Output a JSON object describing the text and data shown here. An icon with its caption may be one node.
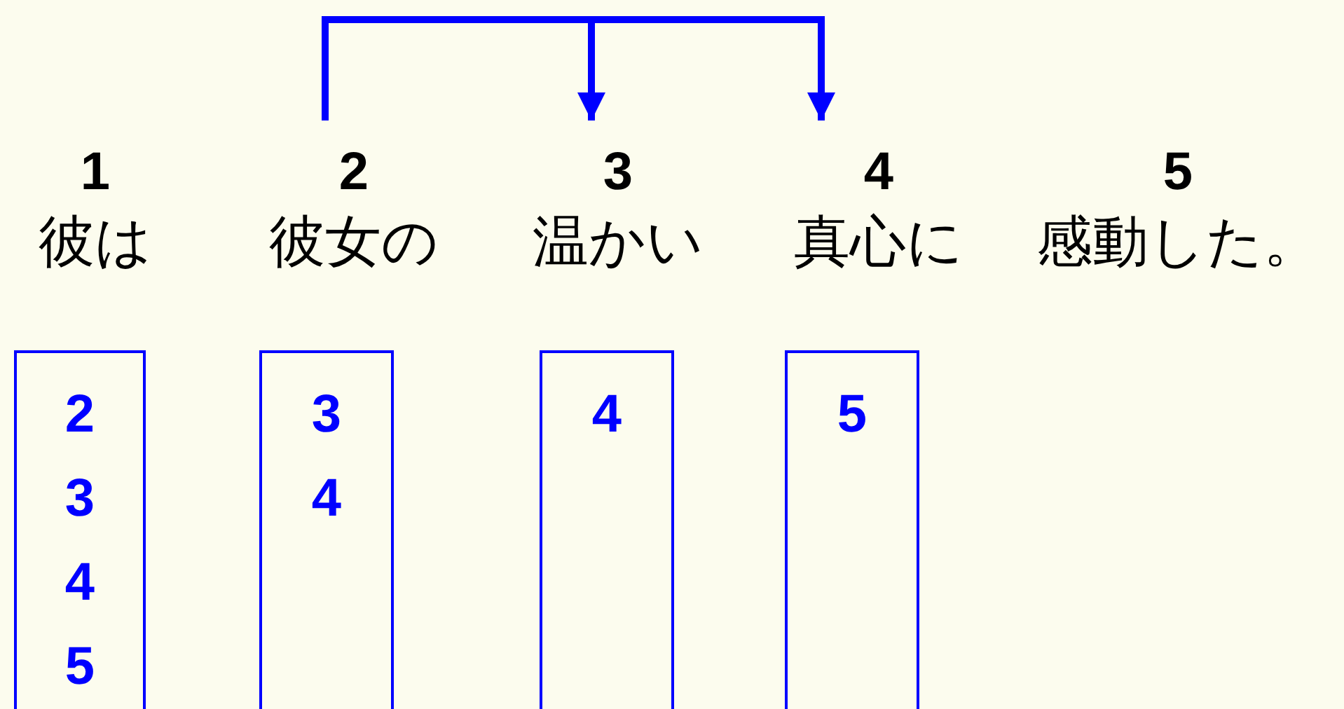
{
  "diagram": {
    "nodes": [
      {
        "text": [
          "1",
          "彼は"
        ]
      },
      {
        "text": [
          "2",
          "彼女の"
        ]
      },
      {
        "text": [
          "3",
          "温かい"
        ]
      },
      {
        "text": [
          "4",
          "真心に"
        ]
      },
      {
        "text": [
          "5",
          "感動した。"
        ]
      },
      {
        "text": [
          "2",
          "3",
          "4",
          "5"
        ]
      },
      {
        "text": [
          "3",
          "4"
        ]
      },
      {
        "text": [
          "4"
        ]
      },
      {
        "text": [
          "5"
        ]
      }
    ],
    "edges": [
      {
        "from": 1,
        "to": 2,
        "arrow": "to"
      },
      {
        "from": 1,
        "to": 3,
        "arrow": "to"
      }
    ]
  }
}
